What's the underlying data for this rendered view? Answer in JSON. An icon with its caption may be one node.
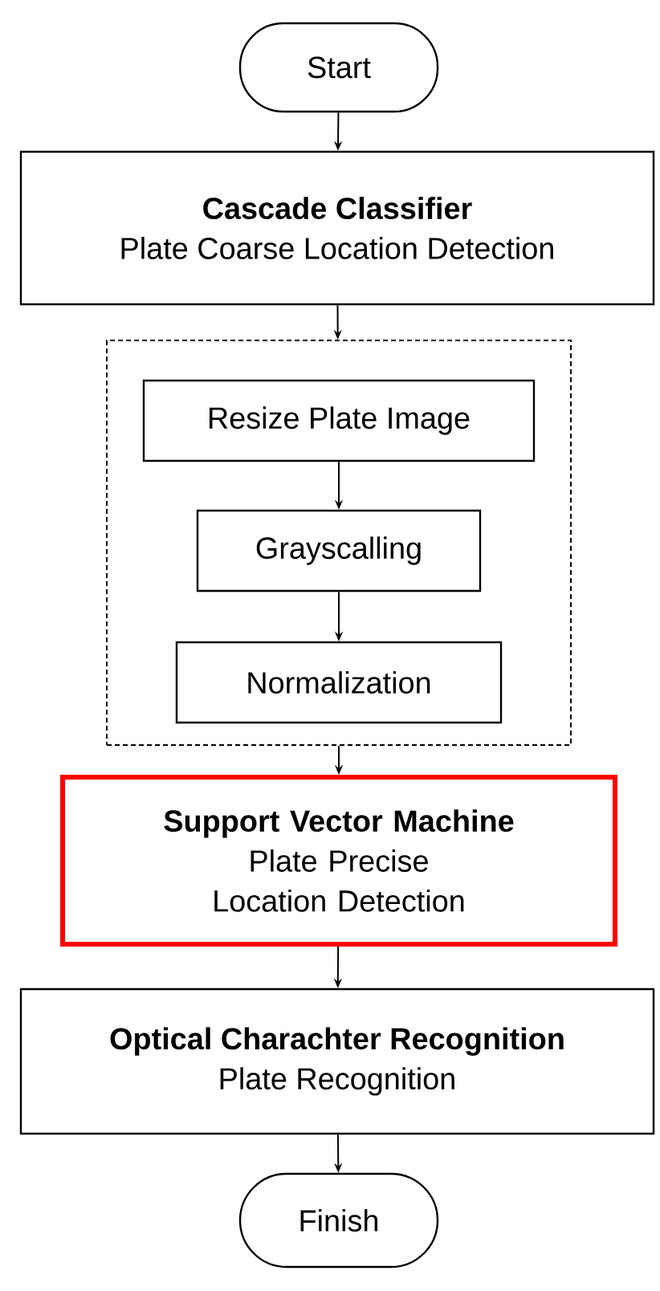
{
  "diagram": {
    "nodes": [
      {
        "text": [
          "Start"
        ]
      },
      {
        "text": [
          "Cascade Classifier",
          "Plate Coarse Location Detection"
        ]
      },
      {
        "text": [],
        "shape": "box"
      },
      {
        "text": [
          "Resize Plate Image"
        ],
        "in": 2
      },
      {
        "text": [
          "Grayscalling"
        ],
        "in": 2
      },
      {
        "text": [
          "Normalization"
        ],
        "in": 2
      },
      {
        "text": [
          "Support Vector Machine",
          "Plate Precise Location Detection"
        ]
      },
      {
        "text": [
          "Optical Charachter Recognition",
          "Plate Recognition"
        ]
      },
      {
        "text": [
          "Finish"
        ]
      }
    ],
    "edges": [
      {
        "from": 0,
        "to": 1,
        "arrow": "to"
      },
      {
        "from": 1,
        "to": 2,
        "arrow": "to"
      },
      {
        "from": 3,
        "to": 4,
        "arrow": "to"
      },
      {
        "from": 4,
        "to": 5,
        "arrow": "to"
      },
      {
        "from": 2,
        "to": 6,
        "arrow": "to"
      },
      {
        "from": 6,
        "to": 7,
        "arrow": "to"
      },
      {
        "from": 7,
        "to": 8,
        "arrow": "to"
      }
    ]
  }
}
